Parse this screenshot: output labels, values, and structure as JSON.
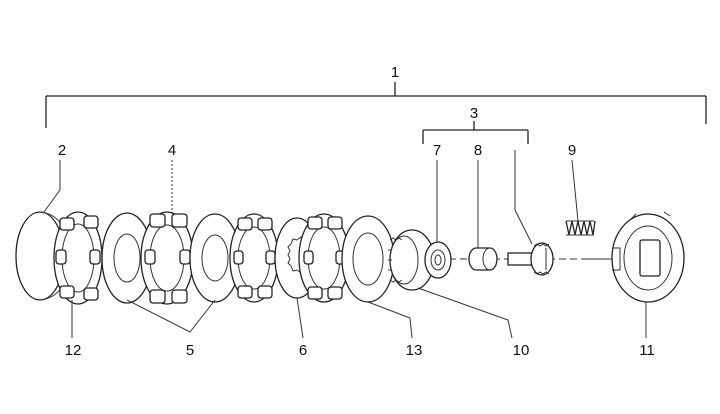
{
  "labels": {
    "l1": "1",
    "l2": "2",
    "l3": "3",
    "l4": "4",
    "l5": "5",
    "l6": "6",
    "l7": "7",
    "l8": "8",
    "l9": "9",
    "l10": "10",
    "l11": "11",
    "l12": "12",
    "l13": "13"
  },
  "colors": {
    "ink": "#222222",
    "background": "#ffffff"
  }
}
